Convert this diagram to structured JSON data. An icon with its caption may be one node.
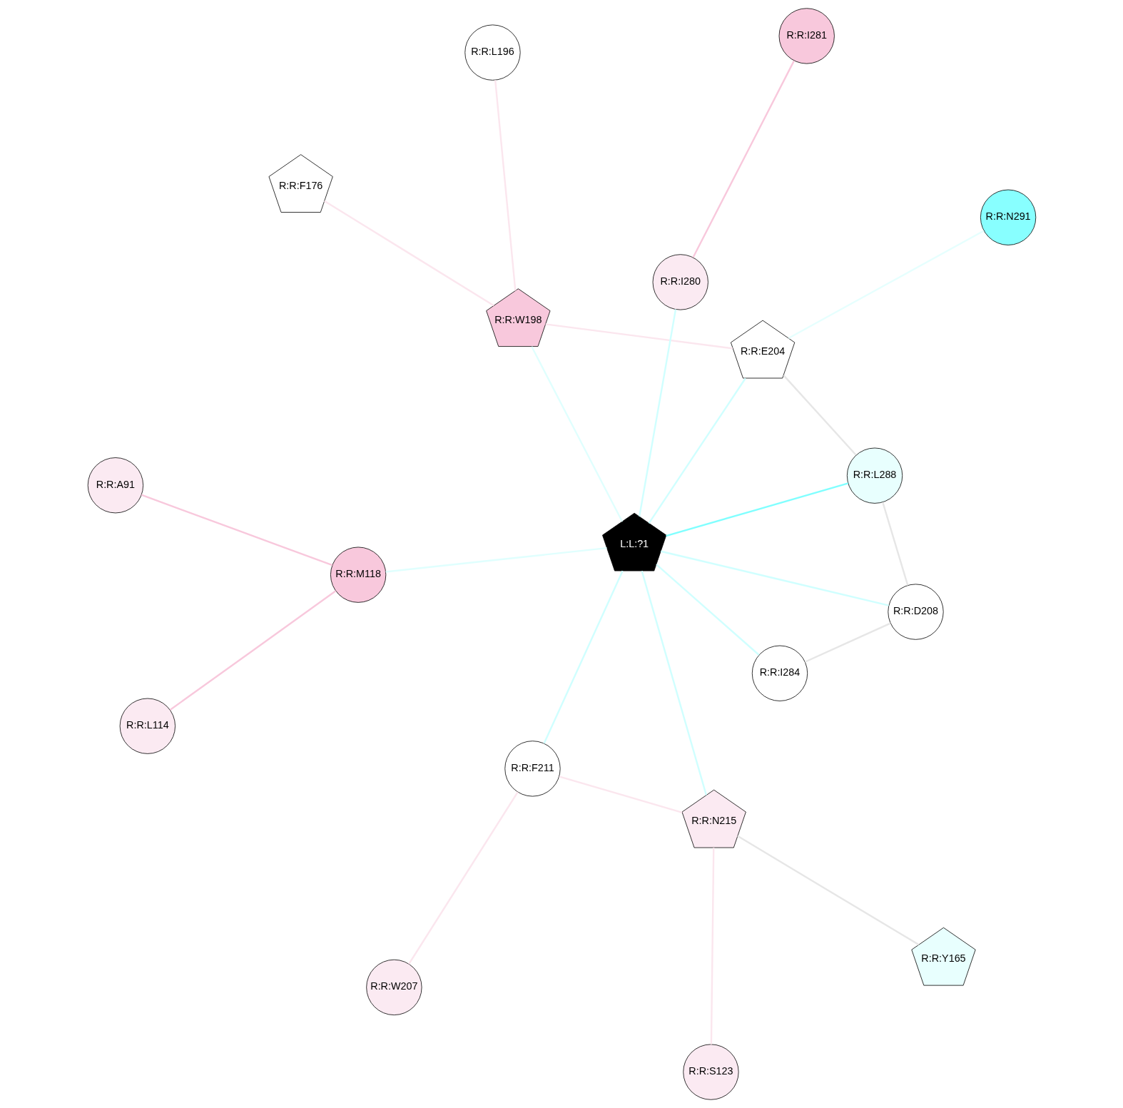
{
  "diagram": {
    "nodes": [
      {
        "text": [
          "R:R:A91"
        ]
      },
      {
        "text": [
          "R:R:I281"
        ]
      },
      {
        "text": [
          "R:R:L114"
        ]
      },
      {
        "text": [
          "R:R:M118"
        ]
      },
      {
        "text": [
          "R:R:W198"
        ]
      },
      {
        "text": [
          "R:R:L288"
        ]
      },
      {
        "text": [
          "R:R:W207"
        ]
      },
      {
        "text": [
          "R:R:I284"
        ]
      },
      {
        "text": [
          "R:R:S123"
        ]
      },
      {
        "text": [
          "R:R:E204"
        ]
      },
      {
        "text": [
          "L:L:?1"
        ]
      },
      {
        "text": [
          "R:R:I280"
        ]
      },
      {
        "text": [
          "R:R:D208"
        ]
      },
      {
        "text": [
          "R:R:N291"
        ]
      },
      {
        "text": [
          "R:R:N215"
        ]
      },
      {
        "text": [
          "R:R:F211"
        ]
      },
      {
        "text": [
          "R:R:Y165"
        ]
      },
      {
        "text": [
          "R:R:L196"
        ]
      },
      {
        "text": [
          "R:R:F176"
        ]
      }
    ],
    "edges": [
      {
        "from": 0,
        "to": 3,
        "arrow": "none",
        "color": "#f8c8dc"
      },
      {
        "from": 2,
        "to": 3,
        "arrow": "none",
        "color": "#f8c8dc"
      },
      {
        "from": 1,
        "to": 11,
        "arrow": "none",
        "color": "#f8c8dc"
      },
      {
        "from": 3,
        "to": 10,
        "arrow": "none",
        "color": "#e0fffe"
      },
      {
        "from": 5,
        "to": 10,
        "arrow": "none",
        "color": "#80ffff"
      },
      {
        "from": 5,
        "to": 9,
        "arrow": "none",
        "color": "#e6e6e6"
      },
      {
        "from": 5,
        "to": 12,
        "arrow": "none",
        "color": "#e6e6e6"
      },
      {
        "from": 4,
        "to": 9,
        "arrow": "none",
        "color": "#fbe6ee"
      },
      {
        "from": 4,
        "to": 10,
        "arrow": "none",
        "color": "#e0fffe"
      },
      {
        "from": 4,
        "to": 17,
        "arrow": "none",
        "color": "#fbe6ee"
      },
      {
        "from": 4,
        "to": 18,
        "arrow": "none",
        "color": "#fbe6ee"
      },
      {
        "from": 6,
        "to": 15,
        "arrow": "none",
        "color": "#fbe6ee"
      },
      {
        "from": 7,
        "to": 10,
        "arrow": "none",
        "color": "#d0ffff"
      },
      {
        "from": 7,
        "to": 12,
        "arrow": "none",
        "color": "#e6e6e6"
      },
      {
        "from": 9,
        "to": 10,
        "arrow": "none",
        "color": "#d0ffff"
      },
      {
        "from": 9,
        "to": 13,
        "arrow": "none",
        "color": "#e6fffe"
      },
      {
        "from": 8,
        "to": 14,
        "arrow": "none",
        "color": "#fbe6ee"
      },
      {
        "from": 10,
        "to": 11,
        "arrow": "none",
        "color": "#d0ffff"
      },
      {
        "from": 10,
        "to": 12,
        "arrow": "none",
        "color": "#d0ffff"
      },
      {
        "from": 10,
        "to": 14,
        "arrow": "none",
        "color": "#d0ffff"
      },
      {
        "from": 10,
        "to": 15,
        "arrow": "none",
        "color": "#d0ffff"
      },
      {
        "from": 14,
        "to": 15,
        "arrow": "none",
        "color": "#fbe6ee"
      },
      {
        "from": 14,
        "to": 16,
        "arrow": "none",
        "color": "#e6e6e6"
      }
    ]
  }
}
